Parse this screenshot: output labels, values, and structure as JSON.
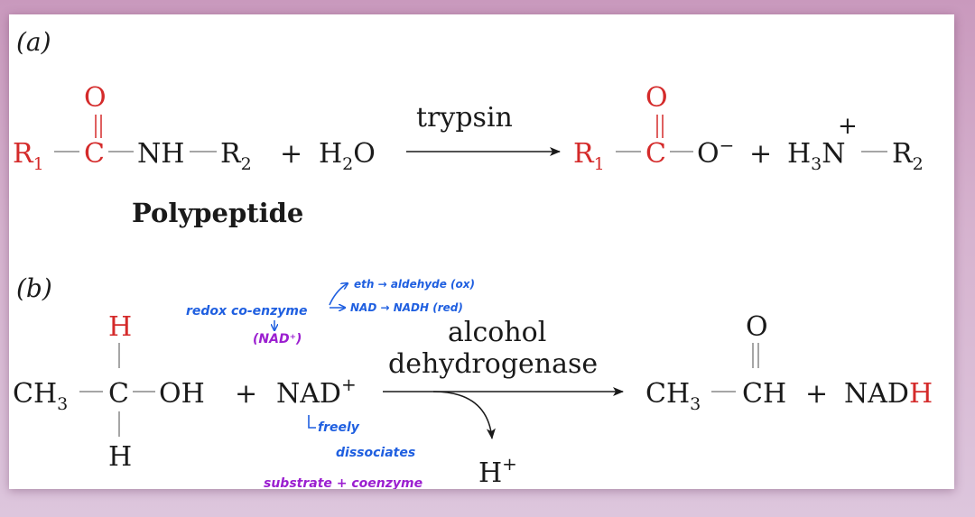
{
  "panel_a": {
    "label": "(a)",
    "reactant": {
      "r1": "R",
      "r1_sub": "1",
      "carbon": "C",
      "oxygen": "O",
      "nh": "NH",
      "r2": "R",
      "r2_sub": "2"
    },
    "plus1": "+",
    "water": {
      "h": "H",
      "sub": "2",
      "o": "O"
    },
    "enzyme": "trypsin",
    "product": {
      "r1": "R",
      "r1_sub": "1",
      "carbon": "C",
      "oxygen": "O",
      "o_minus": "O",
      "minus": "−"
    },
    "plus2": "+",
    "amine": {
      "h": "H",
      "sub": "3",
      "n": "N",
      "charge": "+",
      "r2": "R",
      "r2_sub": "2"
    },
    "caption": "Polypeptide"
  },
  "panel_b": {
    "label": "(b)",
    "ethanol": {
      "ch": "CH",
      "sub": "3",
      "carbon": "C",
      "oh": "OH",
      "h_top": "H",
      "h_bottom": "H"
    },
    "plus1": "+",
    "nad": {
      "text": "NAD",
      "charge": "+"
    },
    "enzyme_line1": "alcohol",
    "enzyme_line2": "dehydrogenase",
    "hplus": {
      "text": "H",
      "charge": "+"
    },
    "acetaldehyde": {
      "ch": "CH",
      "sub": "3",
      "ch2": "CH",
      "oxygen": "O"
    },
    "plus2": "+",
    "nadh": {
      "text": "NAD",
      "h": "H"
    }
  },
  "annotations": {
    "redox": "redox co-enzyme",
    "nad_note": "(NAD⁺)",
    "arrow_top": "eth → aldehyde (ox)",
    "arrow_bottom": "NAD → NADH (red)",
    "freely": "freely",
    "dissociates": "dissociates",
    "substrate": "substrate + coenzyme"
  },
  "colors": {
    "red": "#d42a2a",
    "black": "#1a1a1a",
    "blue": "#1f5fe0",
    "purple": "#9b1fd0",
    "background": "#cfa5c6"
  }
}
